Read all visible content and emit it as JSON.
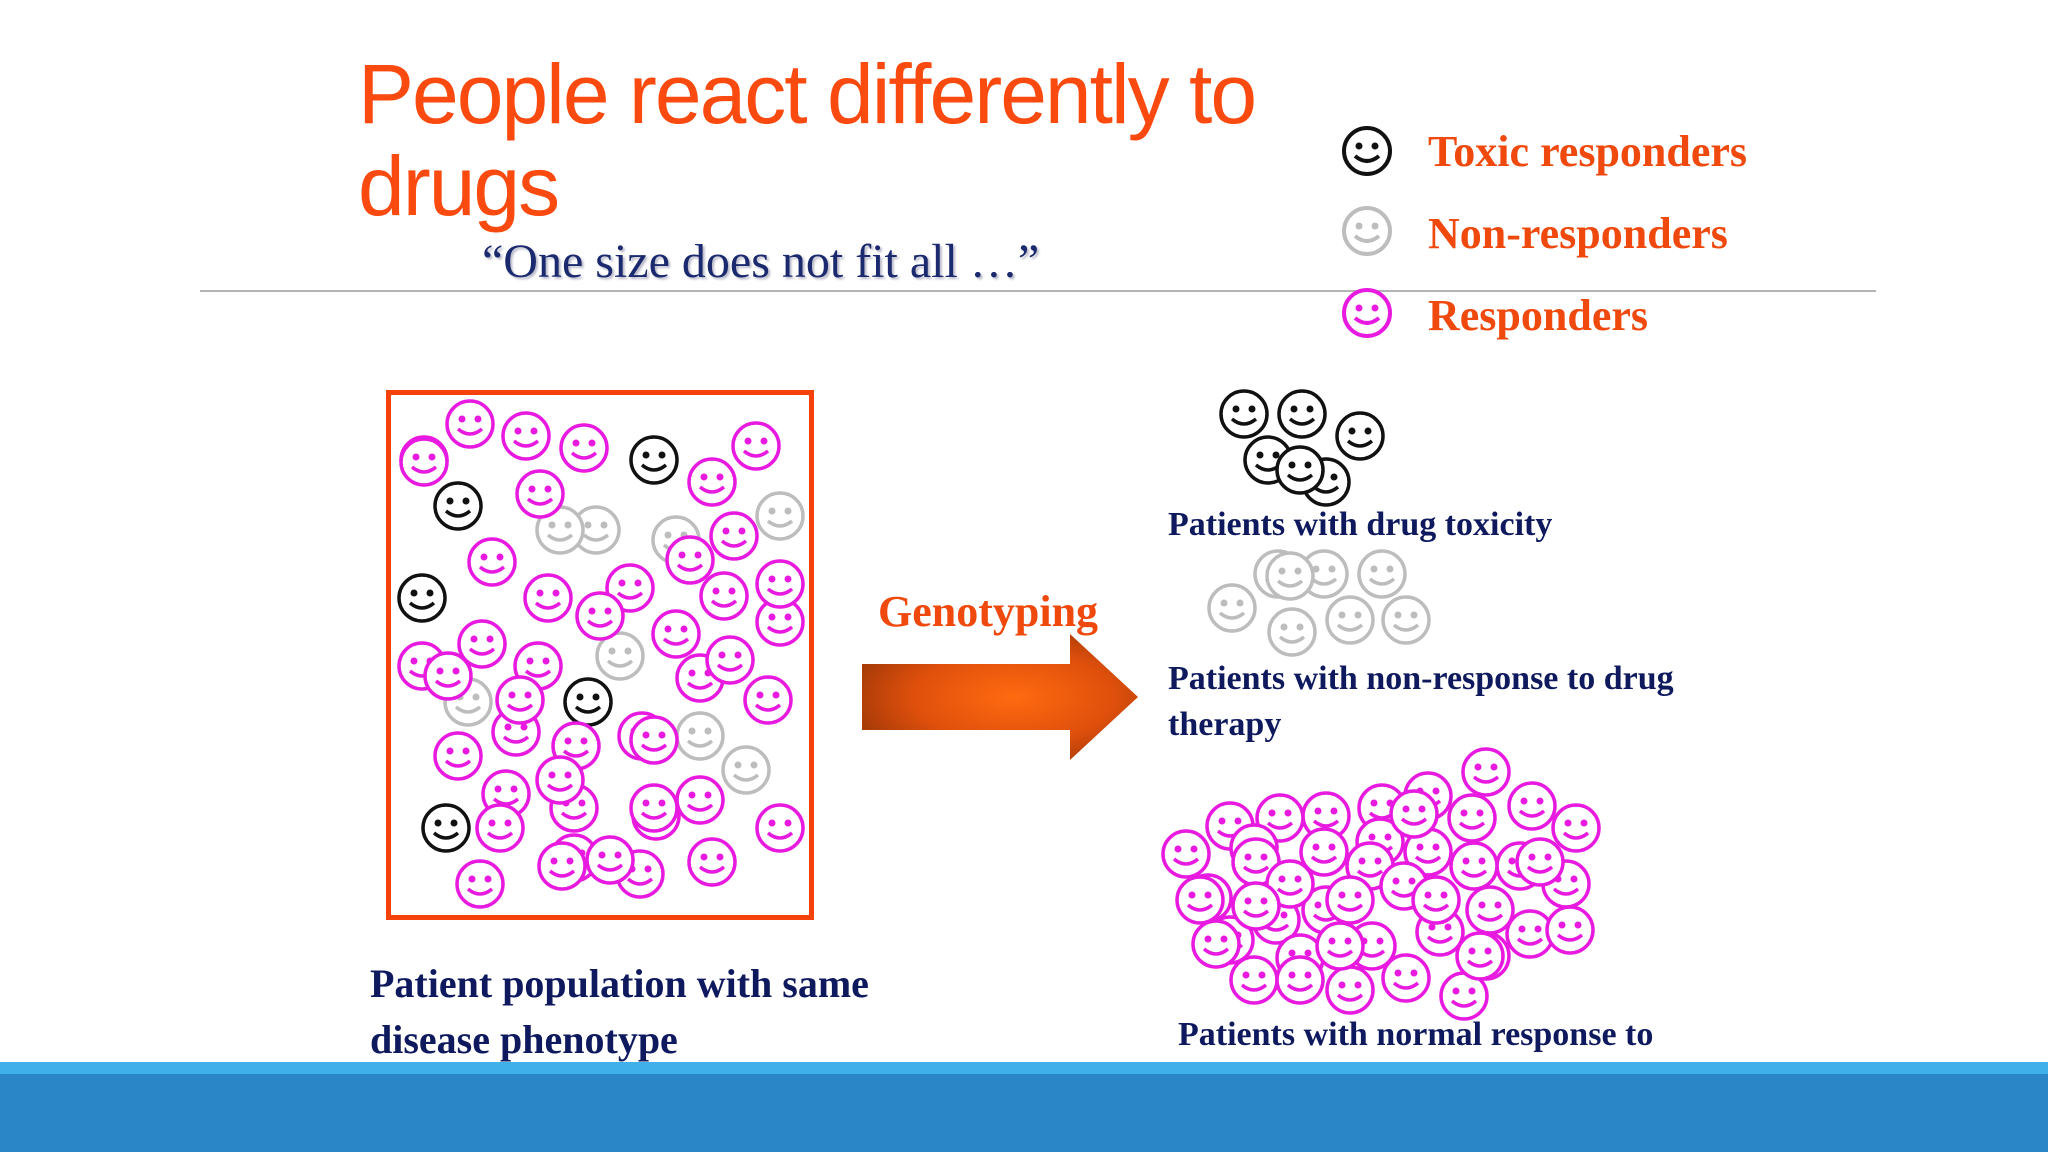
{
  "slide": {
    "title": "People react differently to drugs",
    "subtitle": "“One size does not fit all …”"
  },
  "legend": [
    {
      "label": "Toxic responders",
      "group": "toxic"
    },
    {
      "label": "Non-responders",
      "group": "non"
    },
    {
      "label": "Responders",
      "group": "resp"
    }
  ],
  "groups": {
    "toxic": {
      "color": "#111111"
    },
    "non": {
      "color": "#bdbdbd"
    },
    "resp": {
      "color": "#e81ae0"
    }
  },
  "population": {
    "caption": "Patient population with same disease phenotype",
    "faces": {
      "toxic": 5,
      "non": 8,
      "resp": 45
    }
  },
  "process": {
    "label": "Genotyping"
  },
  "outcomes": [
    {
      "group": "toxic",
      "caption": "Patients with drug toxicity",
      "count": 6
    },
    {
      "group": "non",
      "caption": "Patients with non-response to drug therapy",
      "count": 8
    },
    {
      "group": "resp",
      "caption": "Patients with normal response to drug therapy",
      "count": 46
    }
  ],
  "colors": {
    "accent": "#f0490e",
    "title": "#fa4a0f",
    "caption_text": "#0f1a5e",
    "footer": "#2b86c8",
    "footer_highlight": "#3fb0ea"
  }
}
